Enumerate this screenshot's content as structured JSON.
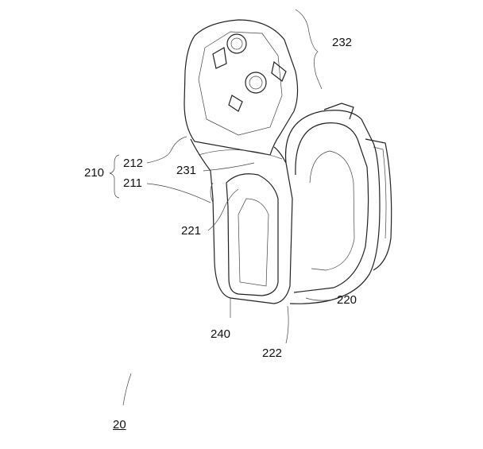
{
  "figure": {
    "labels": {
      "l232": "232",
      "l210": "210",
      "l212": "212",
      "l211": "211",
      "l231": "231",
      "l221": "221",
      "l220": "220",
      "l240": "240",
      "l222": "222",
      "l20": "20"
    }
  }
}
